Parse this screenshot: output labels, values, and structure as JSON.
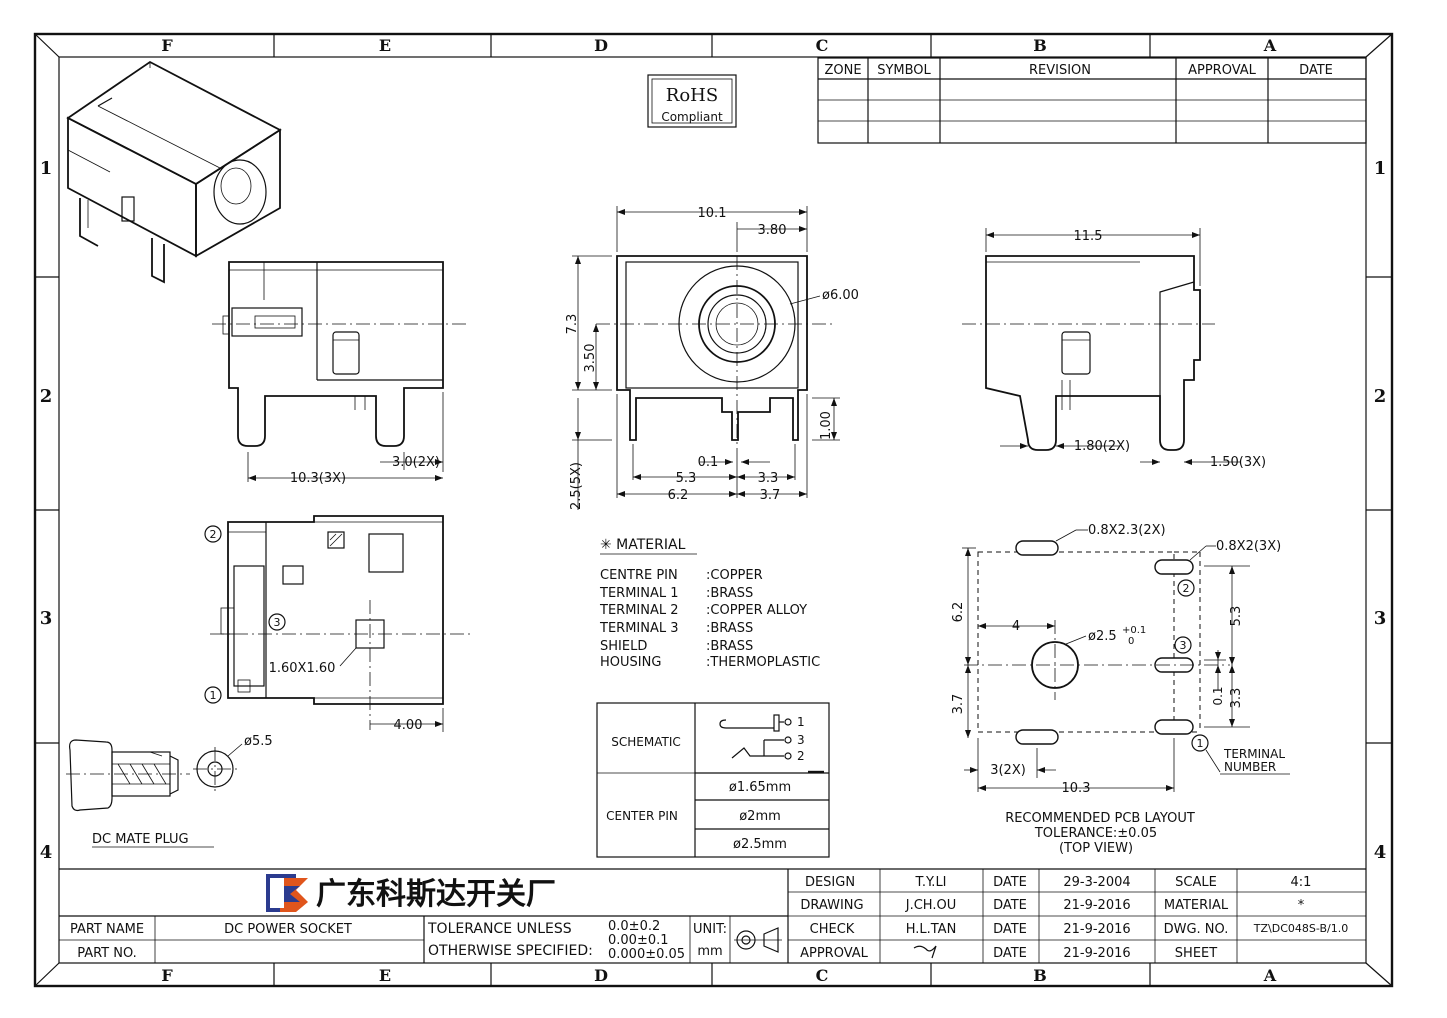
{
  "border": {
    "columns": [
      "F",
      "E",
      "D",
      "C",
      "B",
      "A"
    ],
    "rows": [
      "1",
      "2",
      "3",
      "4"
    ]
  },
  "rohs": {
    "title": "RoHS",
    "subtitle": "Compliant"
  },
  "revision_table": {
    "headers": [
      "ZONE",
      "SYMBOL",
      "REVISION",
      "APPROVAL",
      "DATE"
    ]
  },
  "side_view_left": {
    "dims": [
      "10.3(3X)",
      "3.0(2X)"
    ]
  },
  "front_view": {
    "dims": [
      "10.1",
      "3.80",
      "ø6.00",
      "7.3",
      "3.50",
      "1.00",
      "0.1",
      "5.3",
      "3.3",
      "6.2",
      "3.7",
      "2.5(5X)"
    ]
  },
  "side_view_right": {
    "dims": [
      "11.5",
      "1.80(2X)",
      "1.50(3X)"
    ]
  },
  "bottom_view": {
    "markers": [
      "2",
      "3",
      "1"
    ],
    "dims": [
      "1.60X1.60",
      "4.00"
    ]
  },
  "mate_plug": {
    "label": "DC MATE PLUG",
    "dim": "ø5.5"
  },
  "material": {
    "title": "✳ MATERIAL",
    "rows": [
      {
        "part": "CENTRE PIN",
        "value": ":COPPER"
      },
      {
        "part": "TERMINAL 1",
        "value": ":BRASS"
      },
      {
        "part": "TERMINAL 2",
        "value": ":COPPER ALLOY"
      },
      {
        "part": "TERMINAL 3",
        "value": ":BRASS"
      },
      {
        "part": "SHIELD",
        "value": ":BRASS"
      },
      {
        "part": "HOUSING",
        "value": ":THERMOPLASTIC"
      }
    ]
  },
  "schematic_table": {
    "schematic_label": "SCHEMATIC",
    "pins": [
      "1",
      "3",
      "2"
    ],
    "center_pin_label": "CENTER PIN",
    "options": [
      "ø1.65mm",
      "ø2mm",
      "ø2.5mm"
    ]
  },
  "pcb_layout": {
    "dims": {
      "slot_top": "0.8X2.3(2X)",
      "slot_side": "0.8X2(3X)",
      "h62": "6.2",
      "w4": "4",
      "hole": "ø2.5",
      "hole_tol_upper": "+0.1",
      "hole_tol_lower": "0",
      "h53": "5.3",
      "h37": "3.7",
      "h01": "0.1",
      "h33": "3.3",
      "w3": "3(2X)",
      "w103": "10.3"
    },
    "markers": [
      "2",
      "3",
      "1"
    ],
    "terminal_label": [
      "TERMINAL",
      "NUMBER"
    ],
    "caption": [
      "RECOMMENDED PCB LAYOUT",
      "TOLERANCE:±0.05",
      "(TOP VIEW)"
    ]
  },
  "title_block": {
    "company": "广东科斯达开关厂",
    "part_name_label": "PART NAME",
    "part_name": "DC POWER SOCKET",
    "part_no_label": "PART NO.",
    "part_no": "",
    "tolerance_lines": [
      "TOLERANCE UNLESS",
      "OTHERWISE SPECIFIED:"
    ],
    "tolerance_values": [
      "0.0±0.2",
      "0.00±0.1",
      "0.000±0.05"
    ],
    "unit_label": "UNIT:",
    "unit": "mm",
    "roles": [
      {
        "role": "DESIGN",
        "name": "T.Y.LI",
        "date_label": "DATE",
        "date": "29-3-2004",
        "key": "SCALE",
        "value": "4:1"
      },
      {
        "role": "DRAWING",
        "name": "J.CH.OU",
        "date_label": "DATE",
        "date": "21-9-2016",
        "key": "MATERIAL",
        "value": "*"
      },
      {
        "role": "CHECK",
        "name": "H.L.TAN",
        "date_label": "DATE",
        "date": "21-9-2016",
        "key": "DWG. NO.",
        "value": "TZ\\DC048S-B/1.0"
      },
      {
        "role": "APPROVAL",
        "name": "",
        "date_label": "DATE",
        "date": "21-9-2016",
        "key": "SHEET",
        "value": ""
      }
    ]
  }
}
